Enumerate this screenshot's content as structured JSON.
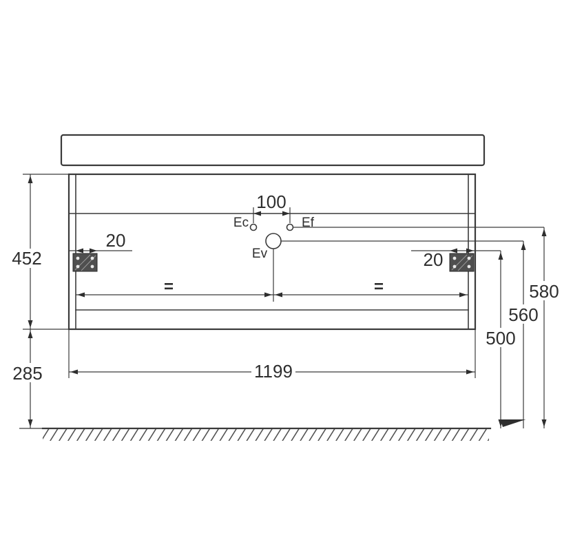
{
  "canvas": {
    "background_color": "#ffffff",
    "line_color": "#3a3a3a",
    "text_color": "#2e2e2e"
  },
  "drawing": {
    "connection_labels": {
      "hot_water": "Ec",
      "cold_water": "Ef",
      "drain": "Ev"
    },
    "dimensions": {
      "faucet_hole_spacing": "100",
      "cabinet_height": "452",
      "bracket_offset_left": "20",
      "bracket_offset_right": "20",
      "water_supply_height": "580",
      "drain_height": "560",
      "bracket_height": "500",
      "floor_clearance": "285",
      "cabinet_width": "1199"
    },
    "centering_marks": {
      "left": "=",
      "right": "="
    }
  }
}
